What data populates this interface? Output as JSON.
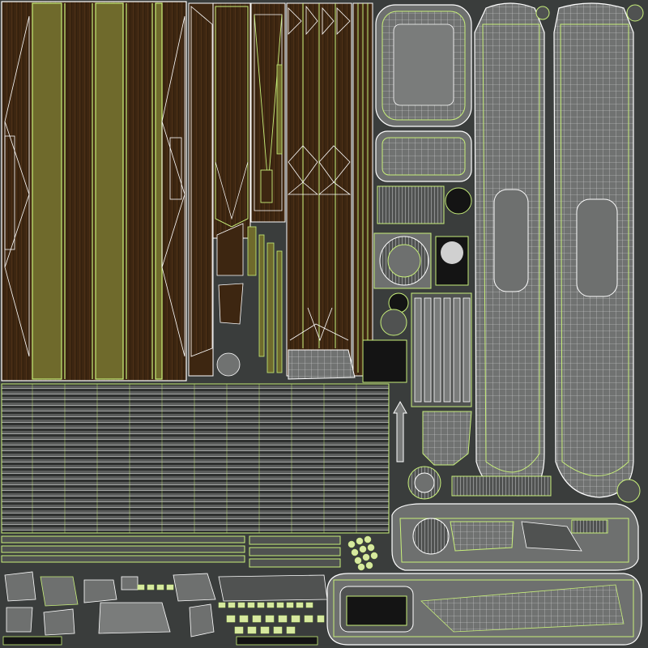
{
  "texture": {
    "colors": {
      "background": "#3a3d3c",
      "wood_dark": "#3a2410",
      "wood_mid": "#4a2e12",
      "olive": "#6f6a2c",
      "olive_light": "#8a8440",
      "gray_panel": "#6e706f",
      "gray_light": "#8a8c8b",
      "black": "#141414",
      "wire_white": "#ffffff",
      "wire_green": "#c8f07a"
    },
    "islands": [
      {
        "id": "wood-plank-block",
        "material": "wood"
      },
      {
        "id": "wood-narrow-strips",
        "material": "wood"
      },
      {
        "id": "wood-carved-pieces",
        "material": "wood"
      },
      {
        "id": "horizontal-slat-grid",
        "material": "metal"
      },
      {
        "id": "rounded-cushion-top",
        "material": "gray"
      },
      {
        "id": "rounded-cushion-bottom",
        "material": "gray"
      },
      {
        "id": "long-panel-left",
        "material": "gray"
      },
      {
        "id": "long-panel-right",
        "material": "gray"
      },
      {
        "id": "circular-vent",
        "material": "gray"
      },
      {
        "id": "black-square",
        "material": "black"
      },
      {
        "id": "vertical-louvres",
        "material": "gray"
      },
      {
        "id": "dashboard-strip",
        "material": "gray"
      },
      {
        "id": "console-tray",
        "material": "gray"
      },
      {
        "id": "small-parts-row",
        "material": "mixed"
      }
    ]
  }
}
